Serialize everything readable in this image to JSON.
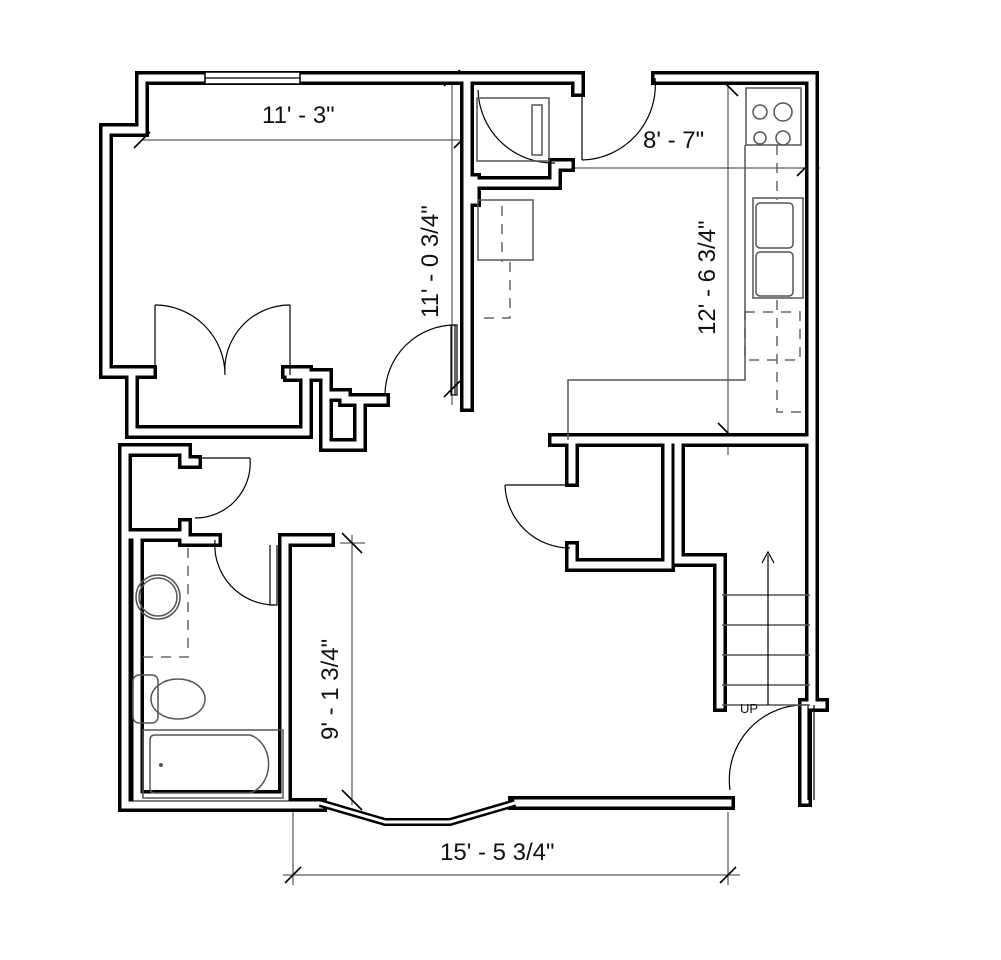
{
  "floor_plan": {
    "dimensions": {
      "bedroom_width": "11' - 3\"",
      "bedroom_depth": "11' - 0 3/4\"",
      "kitchen_width": "8' - 7\"",
      "kitchen_depth": "12' - 6 3/4\"",
      "living_depth": "9' - 1 3/4\"",
      "overall_width": "15' - 5 3/4\""
    },
    "stair_label": "UP",
    "fixtures": [
      "range-icon",
      "double-sink-icon",
      "toilet-icon",
      "bathtub-icon",
      "lavatory-icon",
      "washer-dryer-icon"
    ],
    "colors": {
      "wall": "#000000",
      "background": "#ffffff"
    }
  }
}
